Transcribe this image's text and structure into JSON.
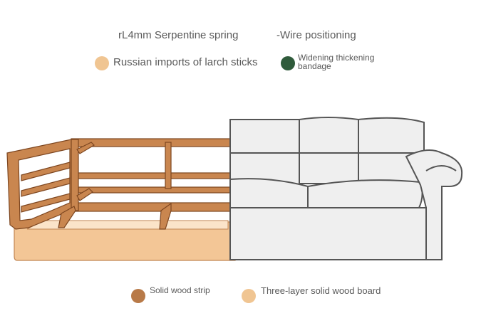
{
  "top_labels": {
    "spring": "rL4mm Serpentine spring",
    "wire": "-Wire positioning"
  },
  "legend_top": [
    {
      "text": "Russian imports of larch sticks",
      "color": "#f0c592"
    },
    {
      "text": "Widening thickening bandage",
      "color": "#2f5b3b"
    }
  ],
  "legend_bottom": [
    {
      "text": "Solid wood strip",
      "color": "#b87a48"
    },
    {
      "text": "Three-layer solid wood board",
      "color": "#f0c592"
    }
  ],
  "colors": {
    "frame_wood": "#c9864f",
    "frame_dark": "#8a4f24",
    "base_board": "#f3c696",
    "sofa_fill": "#efefef",
    "sofa_outline": "#555555"
  }
}
